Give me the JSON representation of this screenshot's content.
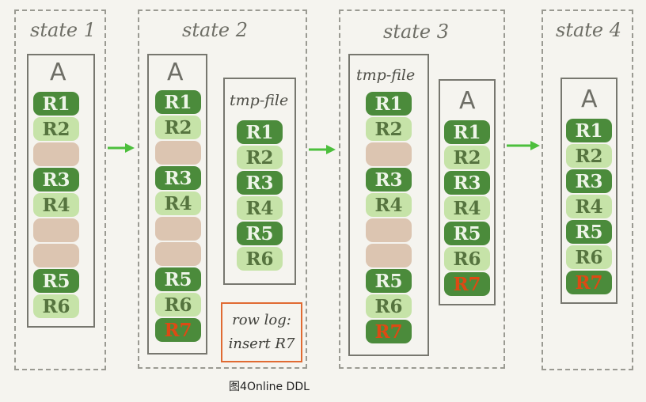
{
  "stages": [
    {
      "title": "state 1",
      "boxes": [
        {
          "label": "A",
          "rows": [
            {
              "t": "R1",
              "k": "dark"
            },
            {
              "t": "R2",
              "k": "light"
            },
            {
              "t": "",
              "k": "empty"
            },
            {
              "t": "R3",
              "k": "dark"
            },
            {
              "t": "R4",
              "k": "light"
            },
            {
              "t": "",
              "k": "empty"
            },
            {
              "t": "",
              "k": "empty"
            },
            {
              "t": "R5",
              "k": "dark"
            },
            {
              "t": "R6",
              "k": "light"
            }
          ]
        }
      ]
    },
    {
      "title": "state 2",
      "boxes": [
        {
          "label": "A",
          "rows": [
            {
              "t": "R1",
              "k": "dark"
            },
            {
              "t": "R2",
              "k": "light"
            },
            {
              "t": "",
              "k": "empty"
            },
            {
              "t": "R3",
              "k": "dark"
            },
            {
              "t": "R4",
              "k": "light"
            },
            {
              "t": "",
              "k": "empty"
            },
            {
              "t": "",
              "k": "empty"
            },
            {
              "t": "R5",
              "k": "dark"
            },
            {
              "t": "R6",
              "k": "light"
            },
            {
              "t": "R7",
              "k": "new"
            }
          ]
        },
        {
          "label": "tmp-file",
          "rows": [
            {
              "t": "R1",
              "k": "dark"
            },
            {
              "t": "R2",
              "k": "light"
            },
            {
              "t": "R3",
              "k": "dark"
            },
            {
              "t": "R4",
              "k": "light"
            },
            {
              "t": "R5",
              "k": "dark"
            },
            {
              "t": "R6",
              "k": "light"
            }
          ]
        }
      ],
      "row_log": [
        "row log:",
        "insert R7"
      ]
    },
    {
      "title": "state 3",
      "boxes": [
        {
          "label": "tmp-file",
          "rows": [
            {
              "t": "R1",
              "k": "dark"
            },
            {
              "t": "R2",
              "k": "light"
            },
            {
              "t": "",
              "k": "empty"
            },
            {
              "t": "R3",
              "k": "dark"
            },
            {
              "t": "R4",
              "k": "light"
            },
            {
              "t": "",
              "k": "empty"
            },
            {
              "t": "",
              "k": "empty"
            },
            {
              "t": "R5",
              "k": "dark"
            },
            {
              "t": "R6",
              "k": "light"
            },
            {
              "t": "R7",
              "k": "new"
            }
          ]
        },
        {
          "label": "A",
          "rows": [
            {
              "t": "R1",
              "k": "dark"
            },
            {
              "t": "R2",
              "k": "light"
            },
            {
              "t": "R3",
              "k": "dark"
            },
            {
              "t": "R4",
              "k": "light"
            },
            {
              "t": "R5",
              "k": "dark"
            },
            {
              "t": "R6",
              "k": "light"
            },
            {
              "t": "R7",
              "k": "new"
            }
          ]
        }
      ]
    },
    {
      "title": "state 4",
      "boxes": [
        {
          "label": "A",
          "rows": [
            {
              "t": "R1",
              "k": "dark"
            },
            {
              "t": "R2",
              "k": "light"
            },
            {
              "t": "R3",
              "k": "dark"
            },
            {
              "t": "R4",
              "k": "light"
            },
            {
              "t": "R5",
              "k": "dark"
            },
            {
              "t": "R6",
              "k": "light"
            },
            {
              "t": "R7",
              "k": "new"
            }
          ]
        }
      ]
    }
  ],
  "caption": "图4Online DDL",
  "colors": {
    "dark_row": "#4b8b3b",
    "light_row": "#c6e3a8",
    "empty_row": "#dcc5b1",
    "new_row_text": "#dd4a14",
    "arrow": "#4cbf3c",
    "row_log_border": "#e06a32"
  }
}
